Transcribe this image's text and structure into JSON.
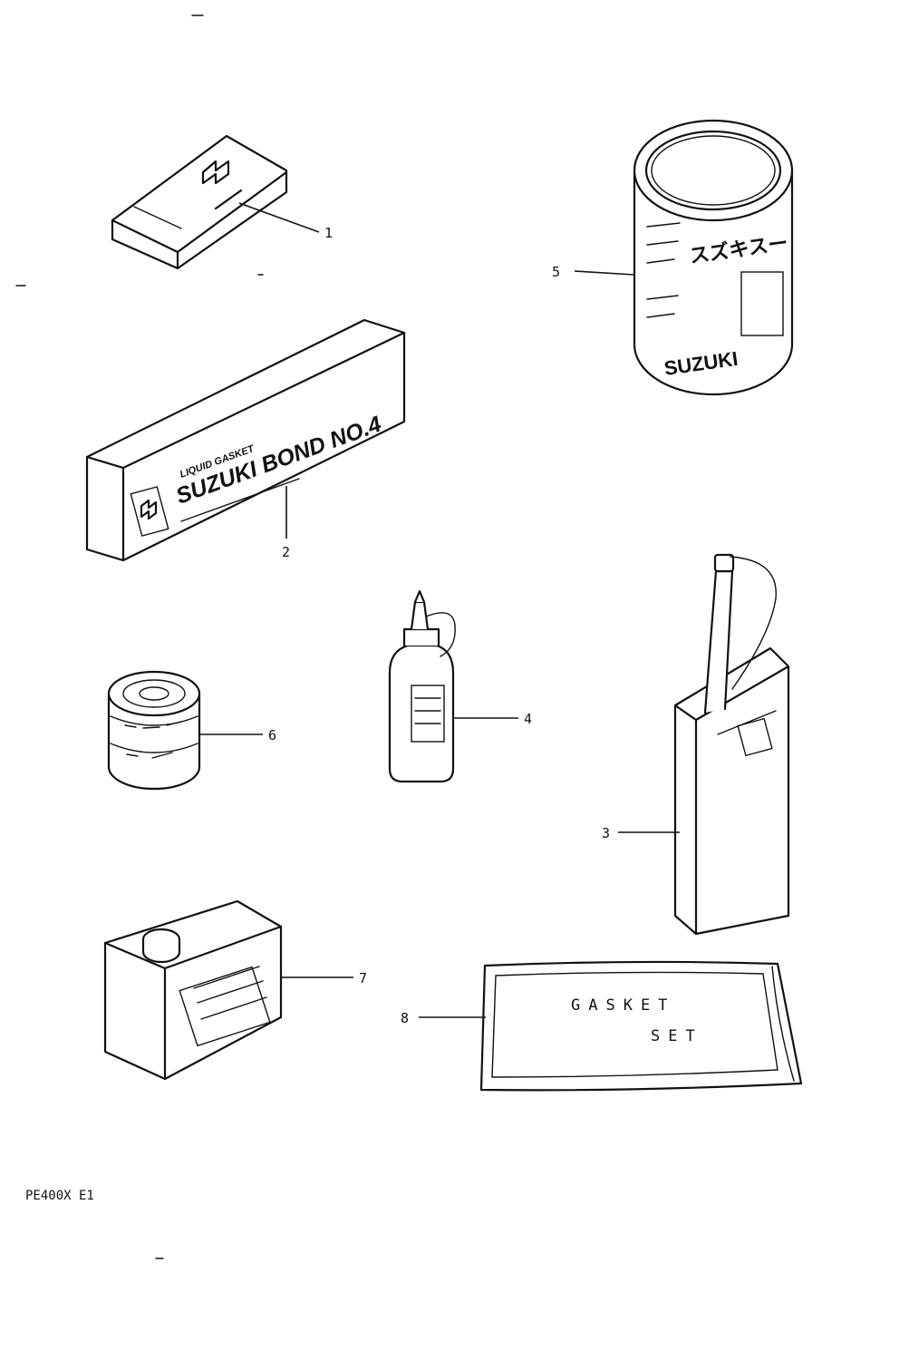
{
  "callouts": [
    "1",
    "2",
    "3",
    "4",
    "5",
    "6",
    "7",
    "8"
  ],
  "bond_box": {
    "brand": "SUZUKI BOND NO.4",
    "small_line": "LIQUID GASKET"
  },
  "can5": {
    "brand": "SUZUKI",
    "kana": "スズキスー"
  },
  "gasket_set": {
    "line1": "GASKET",
    "line2": "SET"
  },
  "diagram_code": "PE400X E1"
}
